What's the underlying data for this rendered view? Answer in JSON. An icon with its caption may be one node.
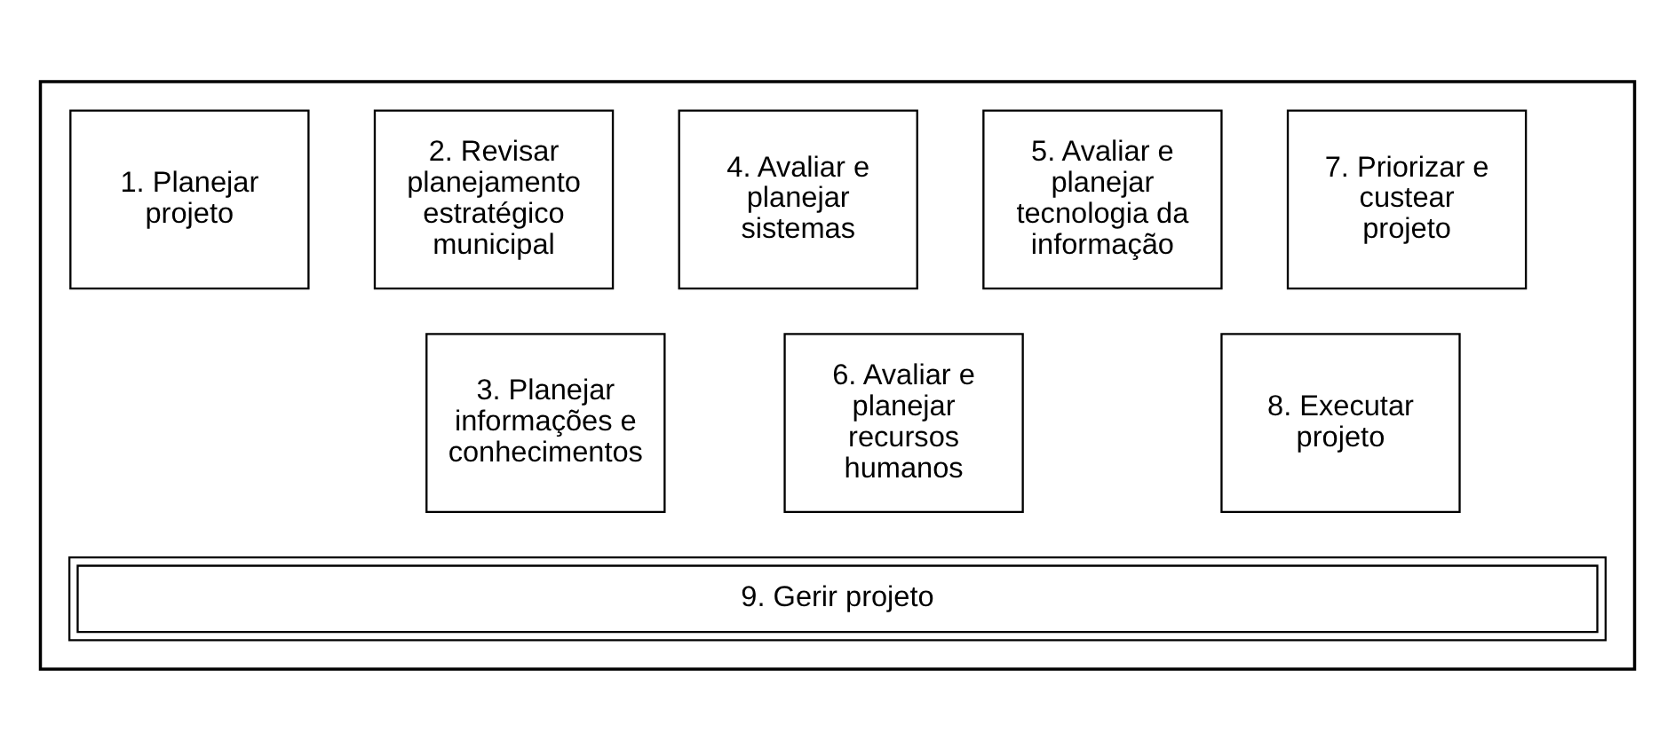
{
  "diagram": {
    "nodes": [
      {
        "text": [],
        "shape": "box"
      },
      {
        "text": [
          "1. Planejar projeto"
        ],
        "in": 0
      },
      {
        "text": [
          "2. Revisar planejamento estratégico municipal"
        ],
        "in": 0
      },
      {
        "text": [
          "3. Planejar informações e conhecimentos"
        ],
        "in": 0
      },
      {
        "text": [
          "4. Avaliar e planejar sistemas"
        ],
        "in": 0
      },
      {
        "text": [
          "5. Avaliar e planejar tecnologia da informação"
        ],
        "in": 0
      },
      {
        "text": [
          "6. Avaliar e planejar recursos humanos"
        ],
        "in": 0
      },
      {
        "text": [
          "7. Priorizar e custear projeto"
        ],
        "in": 0
      },
      {
        "text": [
          "8. Executar projeto"
        ],
        "in": 0
      },
      {
        "text": [
          "9. Gerir projeto"
        ],
        "in": 0
      }
    ],
    "edges": []
  }
}
